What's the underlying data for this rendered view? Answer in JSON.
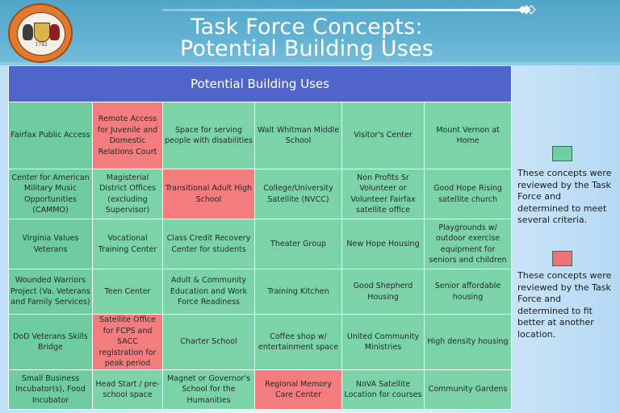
{
  "header": {
    "title_line1": "Task Force Concepts:",
    "title_line2": "Potential Building Uses",
    "seal": {
      "icon": "fairfax-county-seal-icon",
      "year": "1742"
    }
  },
  "colors": {
    "header_band": "#5aaacc",
    "table_header": "#5065c9",
    "green": "#7dd3a8",
    "red": "#f27c7e"
  },
  "table": {
    "header": "Potential Building Uses",
    "rows": [
      [
        {
          "text": "Fairfax Public Access",
          "status": "green"
        },
        {
          "text": "Remote Access for Juvenile and Domestic Relations Court",
          "status": "red"
        },
        {
          "text": "Space for serving people with disabilities",
          "status": "green"
        },
        {
          "text": "Walt Whitman Middle School",
          "status": "green"
        },
        {
          "text": "Visitor's Center",
          "status": "green"
        },
        {
          "text": "Mount Vernon at Home",
          "status": "green"
        }
      ],
      [
        {
          "text": "Center for American Military Music Opportunities (CAMMO)",
          "status": "green"
        },
        {
          "text": "Magisterial District Offices (excluding Supervisor)",
          "status": "green"
        },
        {
          "text": "Transitional Adult High School",
          "status": "red"
        },
        {
          "text": "College/University Satellite (NVCC)",
          "status": "green"
        },
        {
          "text": "Non Profits Sr Volunteer or Volunteer Fairfax satellite office",
          "status": "green"
        },
        {
          "text": "Good Hope Rising satellite church",
          "status": "green"
        }
      ],
      [
        {
          "text": "Virginia Values Veterans",
          "status": "green"
        },
        {
          "text": "Vocational Training Center",
          "status": "green"
        },
        {
          "text": "Class Credit Recovery Center for students",
          "status": "green"
        },
        {
          "text": "Theater Group",
          "status": "green"
        },
        {
          "text": "New Hope Housing",
          "status": "green"
        },
        {
          "text": "Playgrounds w/ outdoor exercise equipment for seniors and children",
          "status": "green"
        }
      ],
      [
        {
          "text": "Wounded Warriors Project (Va. Veterans and Family Services)",
          "status": "green"
        },
        {
          "text": "Teen Center",
          "status": "green"
        },
        {
          "text": "Adult & Community Education and Work Force Readiness",
          "status": "green"
        },
        {
          "text": "Training Kitchen",
          "status": "green"
        },
        {
          "text": "Good Shepherd Housing",
          "status": "green"
        },
        {
          "text": "Senior affordable housing",
          "status": "green"
        }
      ],
      [
        {
          "text": "DoD Veterans Skills Bridge",
          "status": "green"
        },
        {
          "text": "Satellite Office for FCPS and SACC registration for peak period",
          "status": "red"
        },
        {
          "text": "Charter School",
          "status": "green"
        },
        {
          "text": "Coffee shop w/ entertainment space",
          "status": "green"
        },
        {
          "text": "United Community Ministries",
          "status": "green"
        },
        {
          "text": "High density housing",
          "status": "green"
        }
      ],
      [
        {
          "text": "Small Business Incubator(s), Food Incubator",
          "status": "green"
        },
        {
          "text": "Head Start / pre-school space",
          "status": "green"
        },
        {
          "text": "Magnet or Governor's School for the Humanities",
          "status": "green"
        },
        {
          "text": "Regional Memory Care Center",
          "status": "red"
        },
        {
          "text": "NoVA Satellite Location for courses",
          "status": "green"
        },
        {
          "text": "Community Gardens",
          "status": "green"
        }
      ]
    ]
  },
  "legend": {
    "green": {
      "color": "#6fcfa3",
      "text": "These concepts were reviewed by the Task Force and determined to meet several criteria."
    },
    "red": {
      "color": "#ee7378",
      "text": "These concepts were reviewed by the Task Force and determined to fit better at another location."
    }
  }
}
